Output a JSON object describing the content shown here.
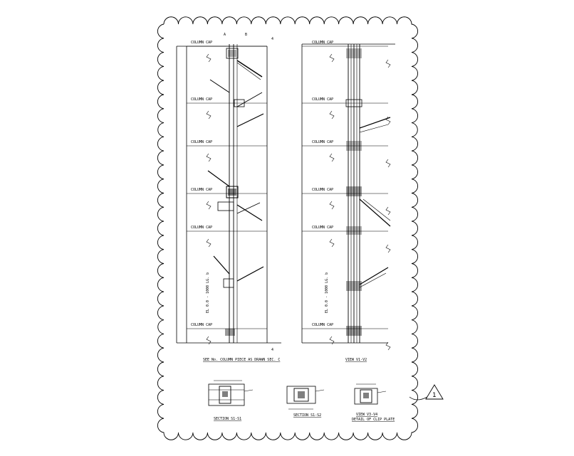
{
  "sheet": {
    "revision_tag": "1"
  },
  "views": {
    "left_caption": "SEE No. COLUMN PIECE AS DRAWN SEC. C",
    "right_caption": "VIEW V1-V2",
    "left_height_note": "EL 0.0 - 1000 LG. b",
    "right_height_note": "EL 0.0 - 1000 LG. b"
  },
  "details": {
    "section_a": "SECTION S1-S1",
    "section_b": "SECTION S1-S2",
    "section_c_line1": "VIEW V3-V4",
    "section_c_line2": "DETAIL OF CLIP PLATE"
  },
  "level_labels": [
    "COLUMN CAP",
    "COLUMN CAP",
    "COLUMN CAP",
    "COLUMN CAP",
    "COLUMN CAP",
    "COLUMN CAP"
  ]
}
